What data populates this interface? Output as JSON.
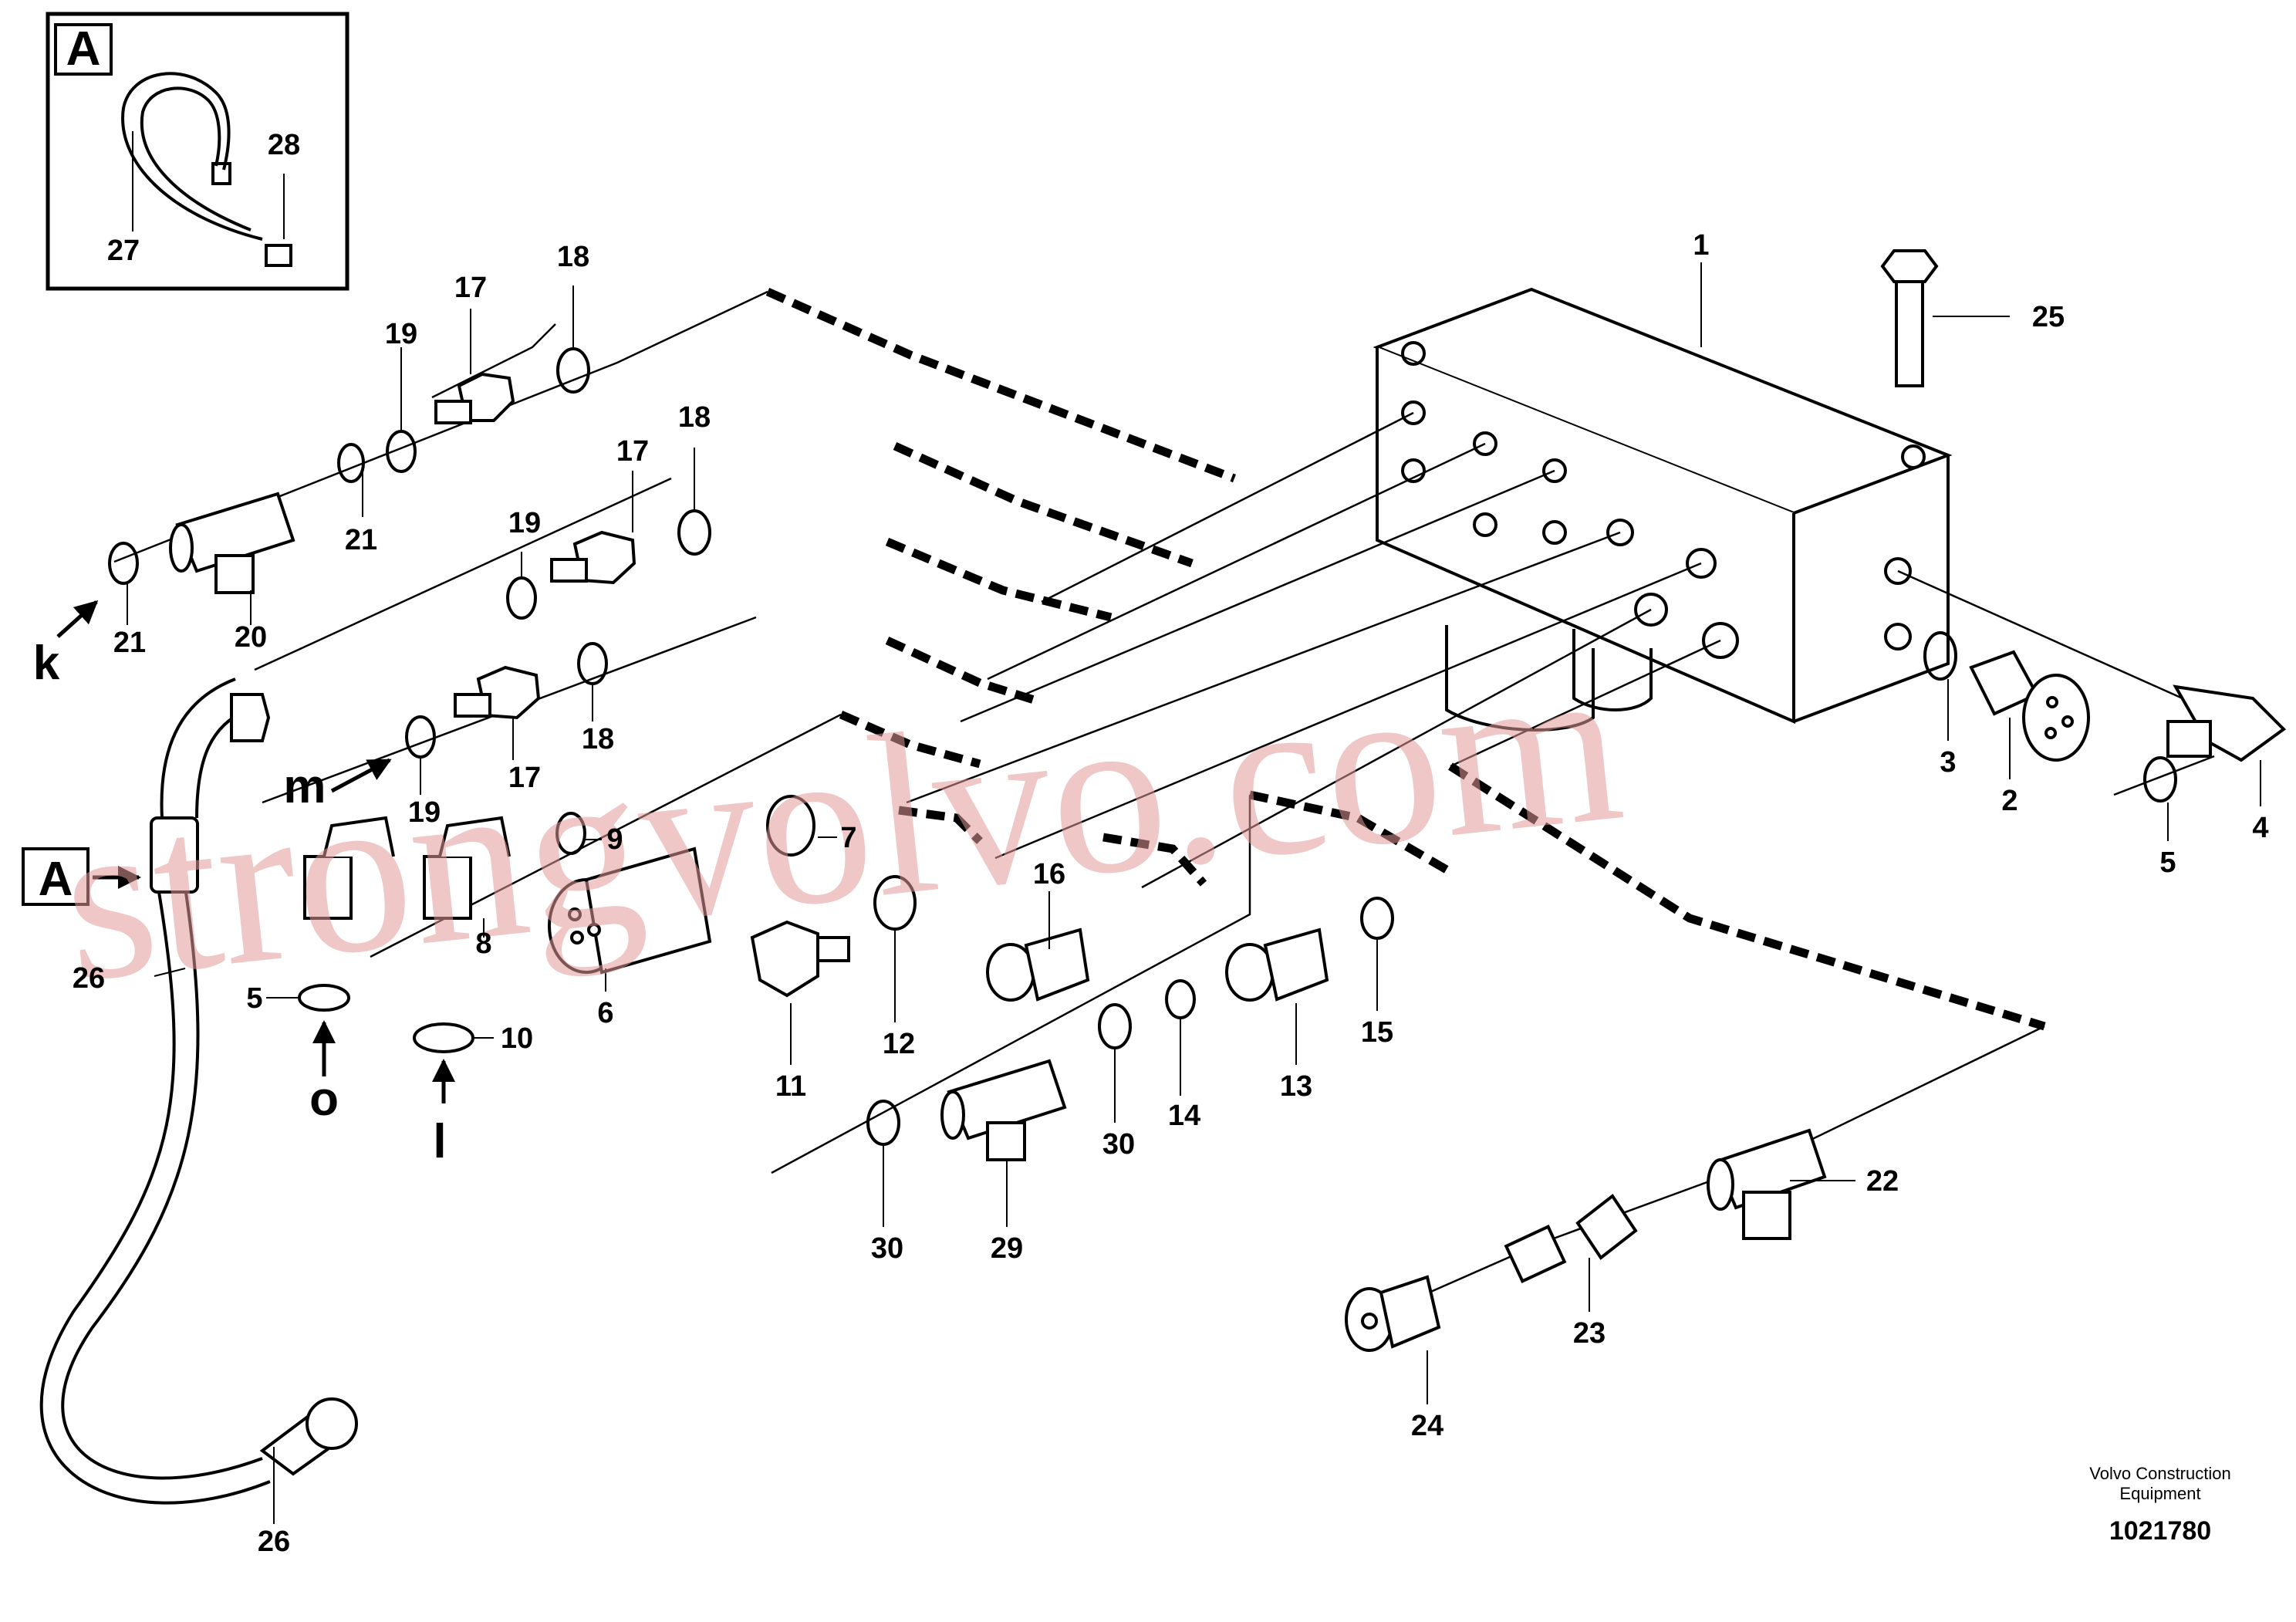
{
  "inset": {
    "letter": "A",
    "labels": [
      "27",
      "28"
    ]
  },
  "callouts": [
    "1",
    "2",
    "3",
    "4",
    "5",
    "6",
    "7",
    "8",
    "9",
    "10",
    "11",
    "12",
    "13",
    "14",
    "15",
    "16",
    "17",
    "18",
    "19",
    "20",
    "21",
    "22",
    "23",
    "24",
    "25",
    "26",
    "27",
    "28",
    "29",
    "30"
  ],
  "view_arrows": {
    "k": "k",
    "m": "m",
    "o": "o",
    "l": "l",
    "a": "A"
  },
  "watermark": "strongvolvo.com",
  "footer": {
    "company_line1": "Volvo Construction",
    "company_line2": "Equipment",
    "drawing_id": "1021780"
  },
  "colors": {
    "line": "#000000",
    "watermark": "#e39a9a",
    "background": "#ffffff"
  }
}
